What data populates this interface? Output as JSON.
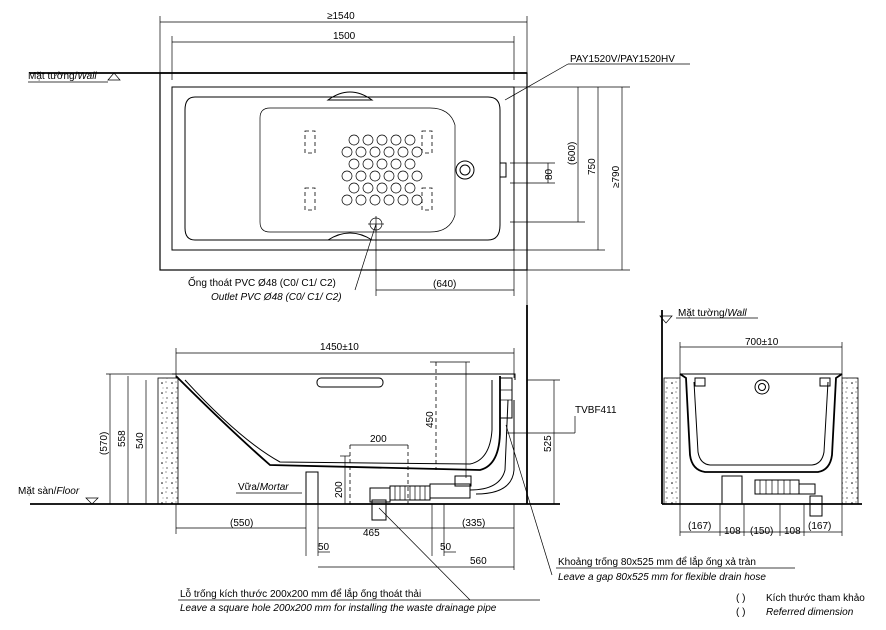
{
  "labels": {
    "dim_top_min": "≥1540",
    "dim_top_len": "1500",
    "wall_left_vi": "Mặt tường/",
    "wall_left_en": "Wall",
    "model": "PAY1520V/PAY1520HV",
    "dim_600": "(600)",
    "dim_750": "750",
    "dim_790": "≥790",
    "dim_80": "80",
    "outlet_vi": "Ống thoát PVC Ø48 (C0/ C1/ C2)",
    "outlet_en": "Outlet PVC Ø48 (C0/ C1/ C2)",
    "dim_640": "(640)",
    "dim_1450": "1450±10",
    "dim_570": "(570)",
    "dim_558": "558",
    "dim_540": "540",
    "dim_450": "450",
    "dim_200_h": "200",
    "dim_200_v": "200",
    "dim_525": "525",
    "tvbf": "TVBF411",
    "floor_vi": "Mặt sàn/",
    "floor_en": "Floor",
    "mortar_vi": "Vữa/",
    "mortar_en": "Mortar",
    "dim_550": "(550)",
    "dim_335": "(335)",
    "dim_50a": "50",
    "dim_465": "465",
    "dim_50b": "50",
    "dim_560": "560",
    "gap_vi": "Khoảng trống 80x525 mm để lắp ống xả tràn",
    "gap_en": "Leave a gap 80x525 mm for flexible drain hose",
    "hole_vi": "Lỗ trống kích thước 200x200 mm để lắp ống thoát thải",
    "hole_en": "Leave a square hole  200x200 mm for installing the waste drainage pipe",
    "wall_right_vi": "Mặt tường/",
    "wall_right_en": "Wall",
    "dim_700": "700±10",
    "dim_167a": "(167)",
    "dim_108a": "108",
    "dim_150": "(150)",
    "dim_108b": "108",
    "dim_167b": "(167)",
    "legend_paren": "(        )",
    "legend_vi": "Kích thước tham khảo",
    "legend_en": "Referred dimension"
  }
}
